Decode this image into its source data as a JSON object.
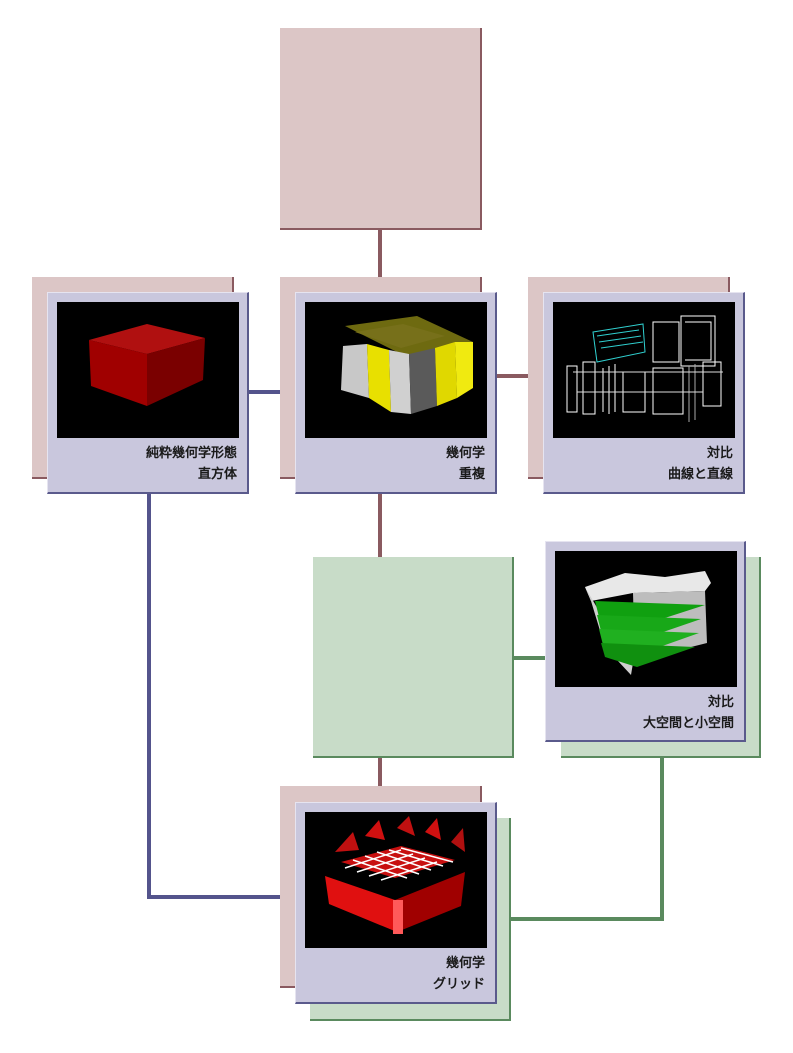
{
  "colors": {
    "shadow_pink": "#dcc6c6",
    "shadow_green": "#c8dcc8",
    "card": "#c9c7dd",
    "connector_brown": "#8a5a60",
    "connector_blue": "#54548c",
    "connector_green": "#5a8a5e"
  },
  "cards": {
    "cube": {
      "line1": "純粋幾何学形態",
      "line2": "直方体",
      "icon": "red-box-render"
    },
    "overlap": {
      "line1": "幾何学",
      "line2": "重複",
      "icon": "yellow-overlap-render"
    },
    "contrast_lines": {
      "line1": "対比",
      "line2": "曲線と直線",
      "icon": "wireframe-render"
    },
    "contrast_space": {
      "line1": "対比",
      "line2": "大空間と小空間",
      "icon": "green-floors-render"
    },
    "grid": {
      "line1": "幾何学",
      "line2": "グリッド",
      "icon": "red-grid-render"
    }
  }
}
